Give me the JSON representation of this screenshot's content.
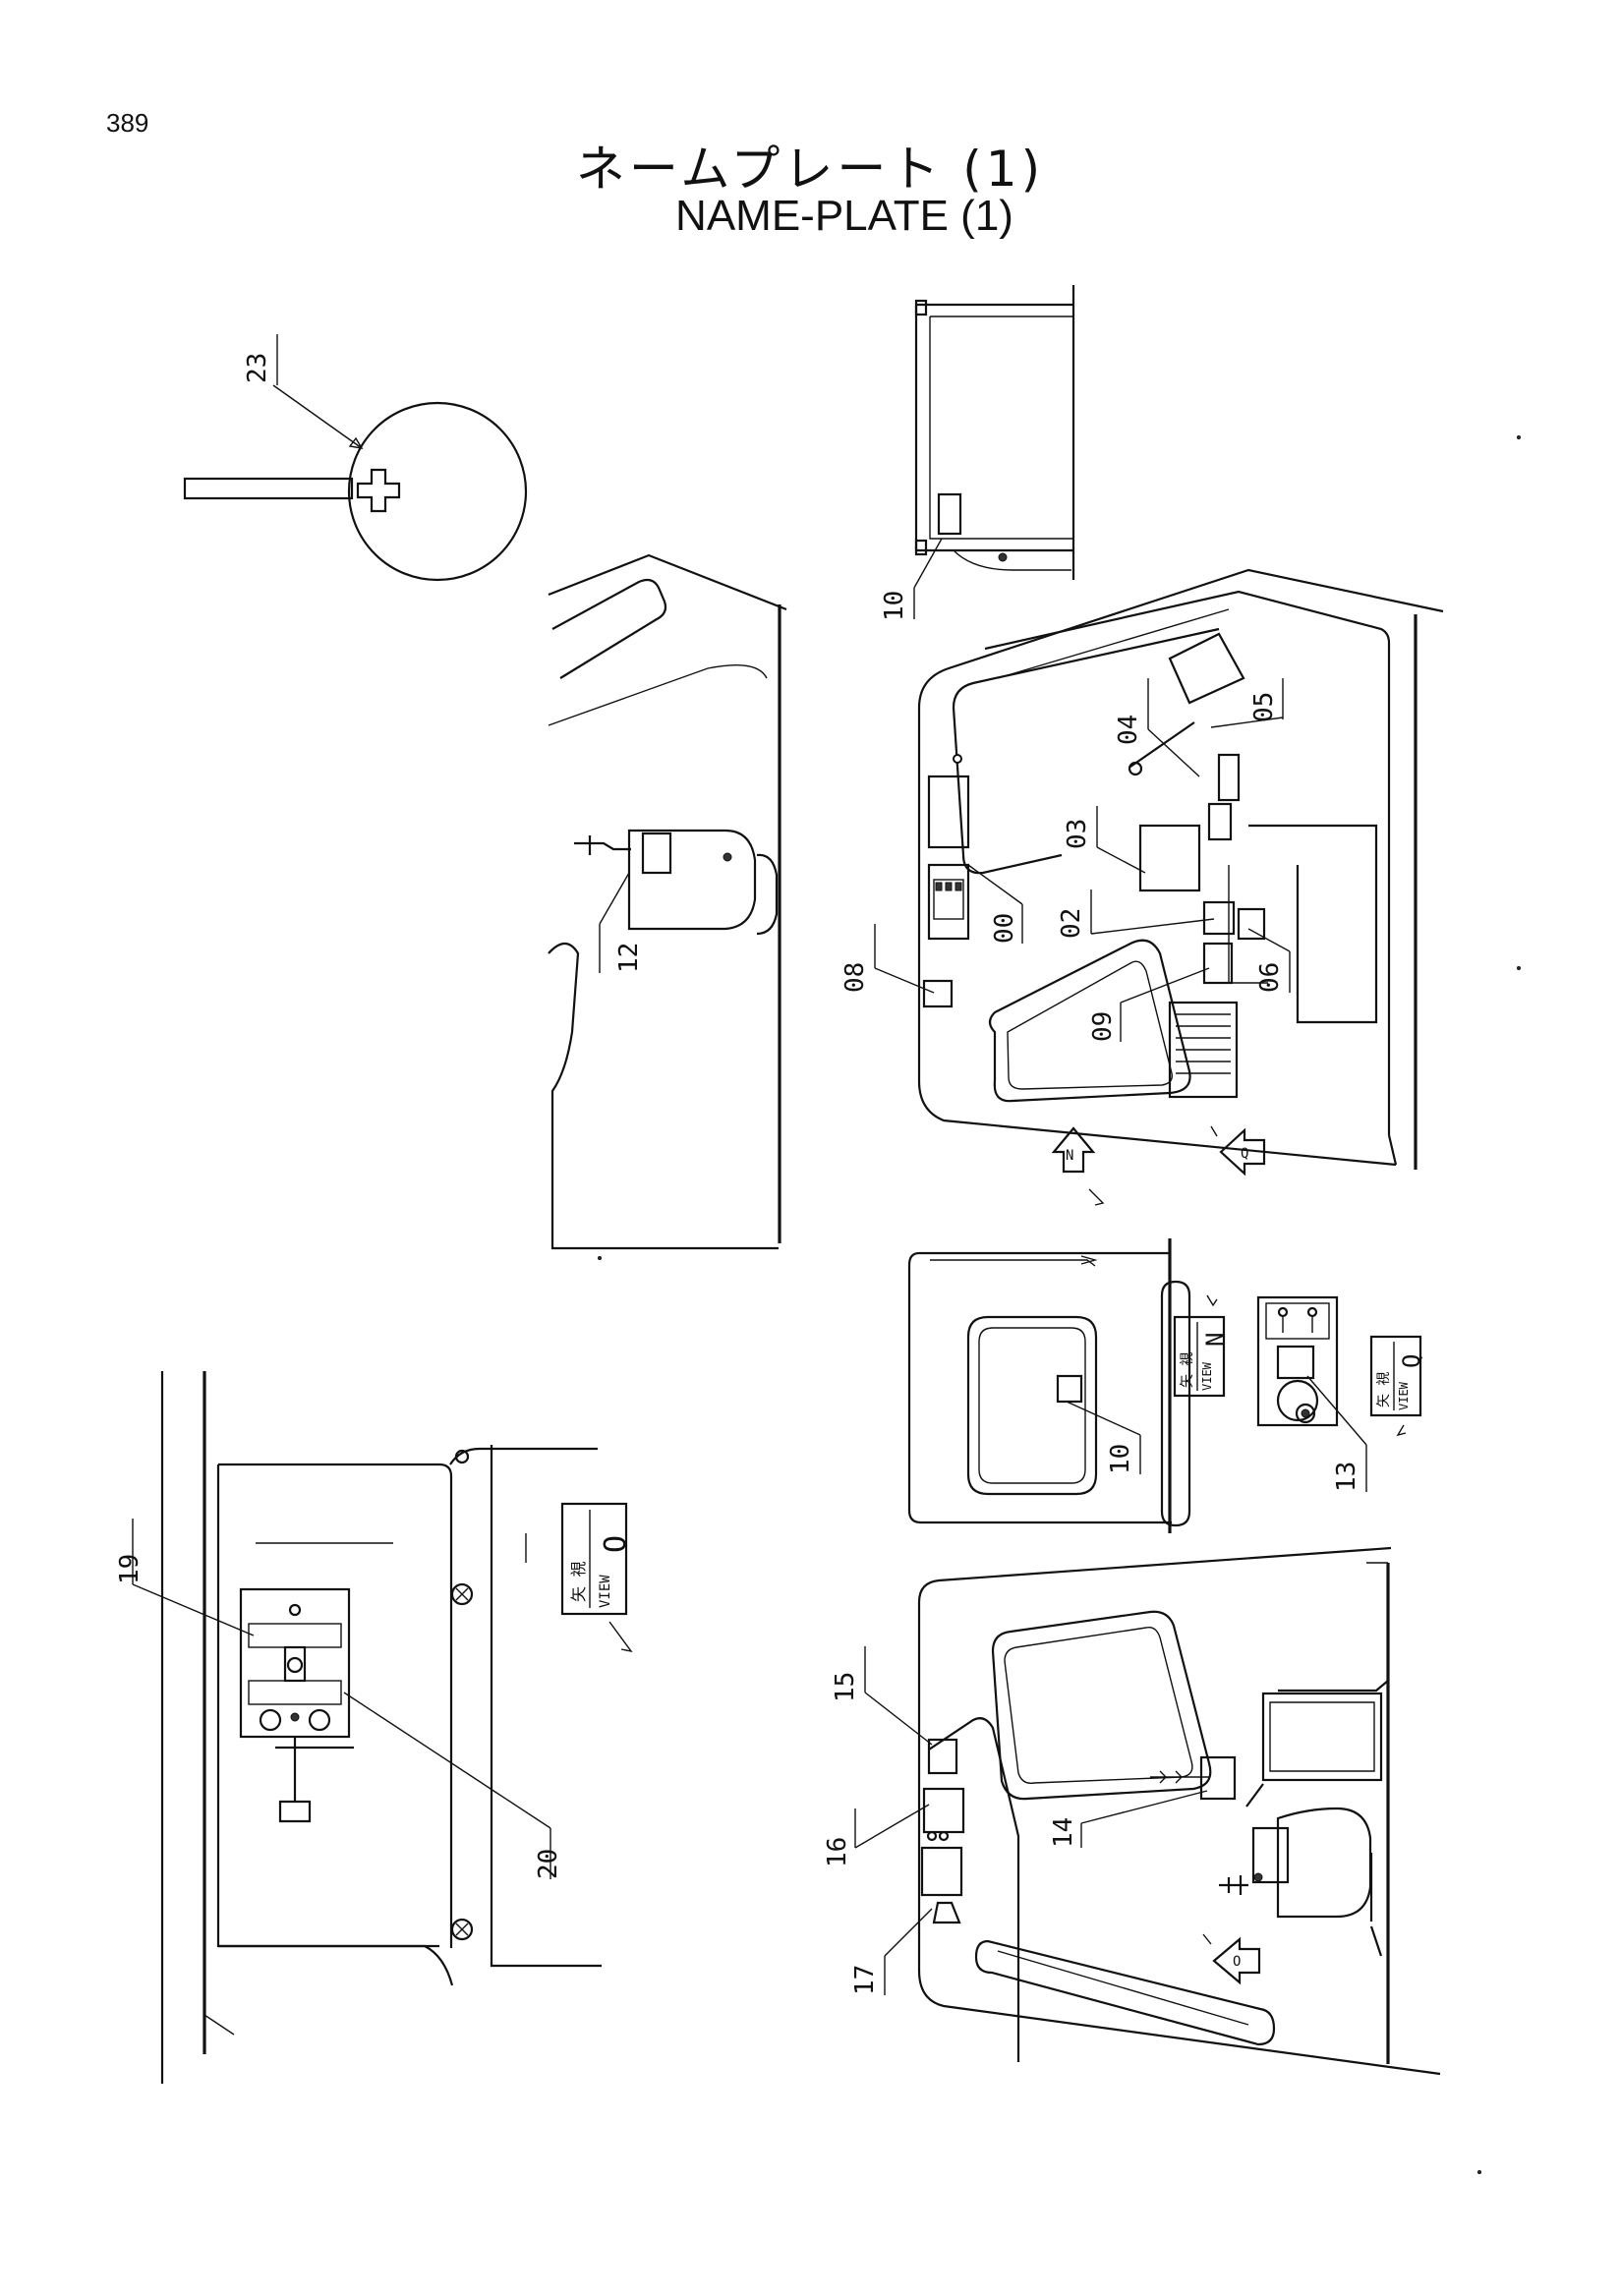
{
  "page": {
    "number": "389"
  },
  "title": {
    "japanese": "ネームプレート (1)",
    "english": "NAME-PLATE (1)"
  },
  "callouts": {
    "c23": "23",
    "c10a": "10",
    "c12": "12",
    "c04": "04",
    "c05": "05",
    "c03": "03",
    "c00": "00",
    "c02": "02",
    "c08": "08",
    "c09": "09",
    "c06": "06",
    "c10b": "10",
    "c13": "13",
    "c19": "19",
    "c20": "20",
    "c15": "15",
    "c16": "16",
    "c14": "14",
    "c17": "17"
  },
  "view_markers": {
    "view_n_arrow": "N",
    "view_q_arrow": "Q",
    "view_o_arrow": "O",
    "view_n_plate": {
      "kanji": "矢 視",
      "word": "VIEW",
      "letter": "N"
    },
    "view_q_plate": {
      "kanji": "矢 視",
      "word": "VIEW",
      "letter": "Q"
    },
    "view_o_plate": {
      "kanji": "矢 視",
      "word": "VIEW",
      "letter": "O"
    }
  }
}
